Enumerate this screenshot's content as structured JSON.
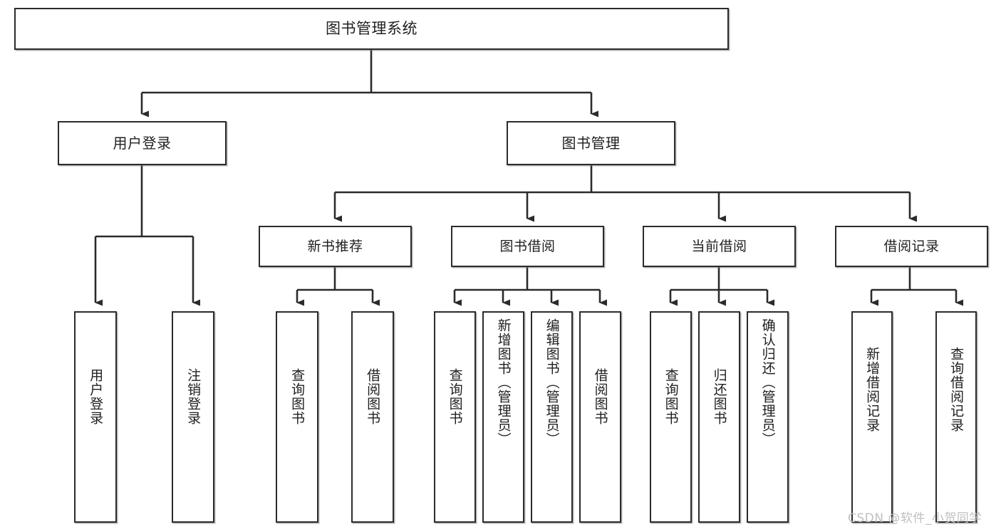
{
  "diagram": {
    "title": "图书管理系统",
    "type": "tree-hierarchy",
    "root": {
      "label": "图书管理系统"
    },
    "level2": [
      {
        "label": "用户登录"
      },
      {
        "label": "图书管理"
      }
    ],
    "level3": [
      {
        "label": "新书推荐"
      },
      {
        "label": "图书借阅"
      },
      {
        "label": "当前借阅"
      },
      {
        "label": "借阅记录"
      }
    ],
    "leaves": {
      "user_login": [
        {
          "label": "用户登录"
        },
        {
          "label": "注销登录"
        }
      ],
      "new_book_recommend": [
        {
          "label": "查询图书"
        },
        {
          "label": "借阅图书"
        }
      ],
      "book_borrow": [
        {
          "label": "查询图书"
        },
        {
          "label": "新增图书（管理员）"
        },
        {
          "label": "编辑图书（管理员）"
        },
        {
          "label": "借阅图书"
        }
      ],
      "current_borrow": [
        {
          "label": "查询图书"
        },
        {
          "label": "归还图书"
        },
        {
          "label": "确认归还（管理员）"
        }
      ],
      "borrow_record": [
        {
          "label": "新增借阅记录"
        },
        {
          "label": "查询借阅记录"
        }
      ]
    }
  },
  "watermark": {
    "text": "CSDN @软件_小贺同学"
  },
  "colors": {
    "stroke": "#2b2b2b",
    "box_fill": "#ffffff",
    "text": "#1f1f1f",
    "watermark": "#bfbfbf",
    "background": "#ffffff"
  }
}
